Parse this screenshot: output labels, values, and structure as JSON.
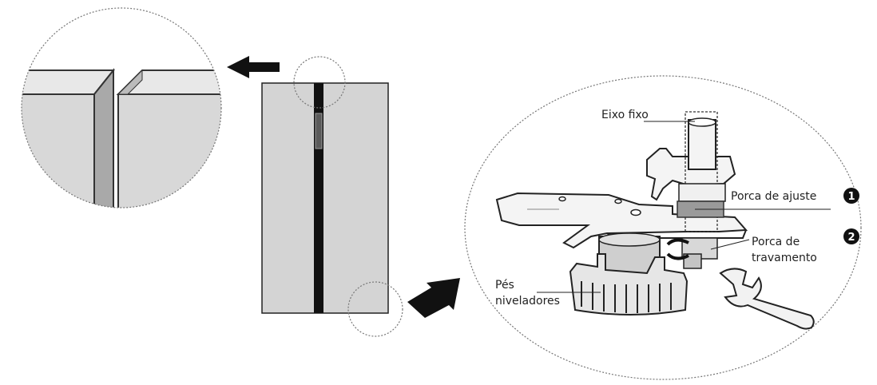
{
  "labels": {
    "eixo_fixo": "Eixo fixo",
    "porca_ajuste": "Porca de ajuste",
    "porca_travamento_line1": "Porca de",
    "porca_travamento_line2": "travamento",
    "pes_line1": "Pés",
    "pes_line2": "niveladores"
  },
  "markers": {
    "marker_1": "1",
    "marker_2": "2"
  },
  "colors": {
    "panel_light": "#e4e4e4",
    "panel_mid": "#cfcfcf",
    "gap_dark": "#111111",
    "outline": "#1a1a1a",
    "arrow": "#111111"
  }
}
